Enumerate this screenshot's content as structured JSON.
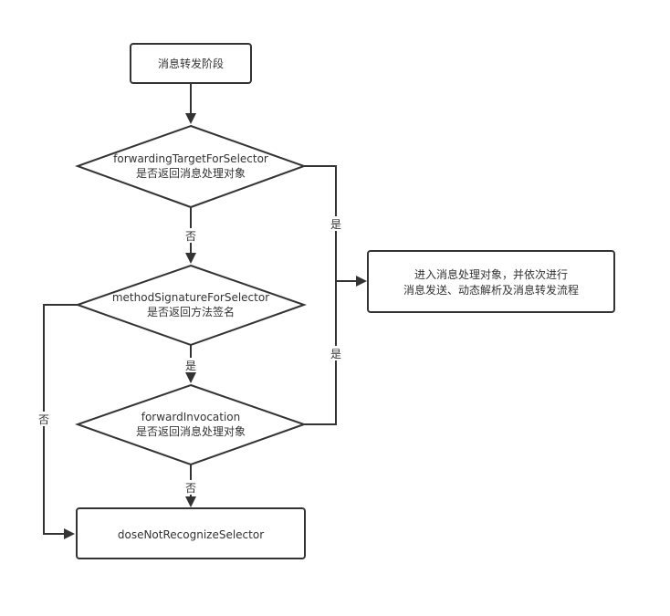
{
  "nodes": {
    "start": {
      "text": "消息转发阶段"
    },
    "forwarding_target": {
      "line1": "forwardingTargetForSelector",
      "line2": "是否返回消息处理对象"
    },
    "method_signature": {
      "line1": "methodSignatureForSelector",
      "line2": "是否返回方法签名"
    },
    "forward_invocation": {
      "line1": "forwardInvocation",
      "line2": "是否返回消息处理对象"
    },
    "process_object": {
      "line1": "进入消息处理对象，并依次进行",
      "line2": "消息发送、动态解析及消息转发流程"
    },
    "not_recognize": {
      "text": "doseNotRecognizeSelector"
    }
  },
  "edge_labels": {
    "forwarding_no": "否",
    "forwarding_yes": "是",
    "signature_yes": "是",
    "signature_no": "否",
    "invocation_yes": "是",
    "invocation_no": "否"
  },
  "colors": {
    "stroke": "#333333",
    "text": "#333333",
    "background": "#ffffff"
  }
}
